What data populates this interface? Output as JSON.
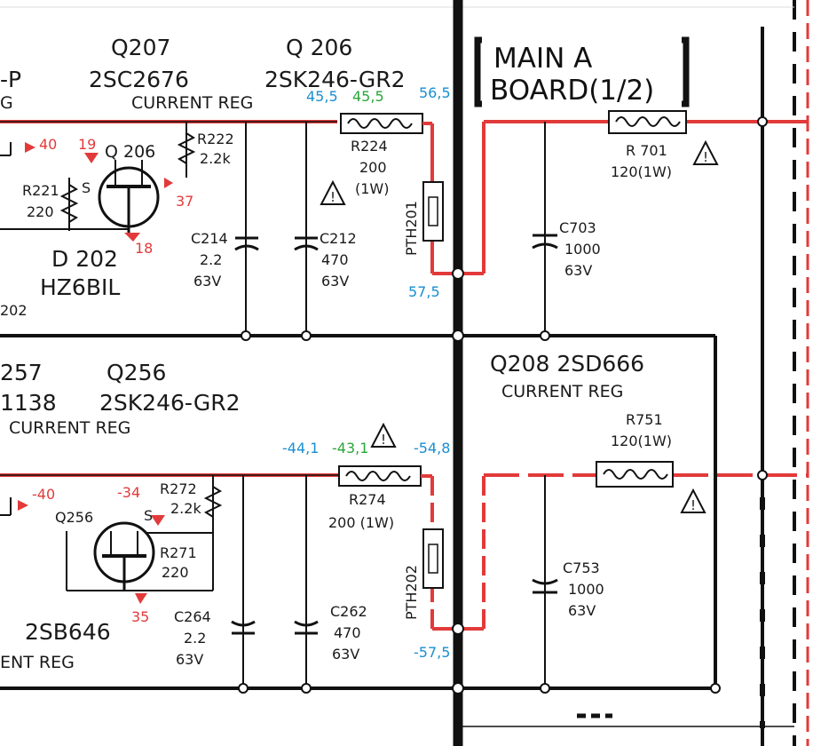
{
  "upper": {
    "q207_ref": "Q207",
    "q207_part": "2SC2676",
    "q206_ref": "Q 206",
    "q206_part": "2SK246-GR2",
    "current_reg": "CURRENT  REG",
    "left_frag_top": "-P",
    "left_frag_g": "G",
    "q206_symbol_label": "Q 206",
    "r222": "R222",
    "r222_val": "2.2k",
    "r221": "R221",
    "r221_val": "220",
    "s_pin": "S",
    "d202": "D 202",
    "hz6bil": "HZ6BIL",
    "frag_202": "202",
    "c214": "C214",
    "c214_val1": "2.2",
    "c214_val2": "63V",
    "c212": "C212",
    "c212_val1": "470",
    "c212_val2": "63V",
    "r224": "R224",
    "r224_val1": "200",
    "r224_val2": "(1W)",
    "pth201": "PTH201",
    "v_40": "40",
    "v_19": "19",
    "v_37": "37",
    "v_18": "18",
    "m_455a": "45,5",
    "m_455b": "45,5",
    "m_565": "56,5",
    "m_575": "57,5"
  },
  "board": {
    "line1": "MAIN  A",
    "line2": "BOARD(1/2)"
  },
  "right": {
    "r701": "R 701",
    "r701_val": "120(1W)",
    "c703": "C703",
    "c703_val1": "1000",
    "c703_val2": "63V",
    "q208": "Q208   2SD666",
    "q208_reg": "CURRENT  REG",
    "r751": "R751",
    "r751_val": "120(1W)",
    "c753": "C753",
    "c753_val1": "1000",
    "c753_val2": "63V"
  },
  "lower": {
    "q257_frag": "257",
    "q256_ref": "Q256",
    "frag_1138": "1138",
    "q256_part": "2SK246-GR2",
    "current_reg": "CURRENT  REG",
    "q256_symbol_label": "Q256",
    "r272": "R272",
    "r272_val": "2.2k",
    "r271": "R271",
    "r271_val": "220",
    "s_pin": "S",
    "part_2sb646": "2SB646",
    "frag_reg": "ENT  REG",
    "c264": "C264",
    "c264_val1": "2.2",
    "c264_val2": "63V",
    "c262": "C262",
    "c262_val1": "470",
    "c262_val2": "63V",
    "r274": "R274",
    "r274_val": "200  (1W)",
    "pth202": "PTH202",
    "v_m40": "-40",
    "v_m34": "-34",
    "v_35": "35",
    "m_441": "-44,1",
    "m_431": "-43,1",
    "m_548": "-54,8",
    "m_575": "-57,5"
  }
}
